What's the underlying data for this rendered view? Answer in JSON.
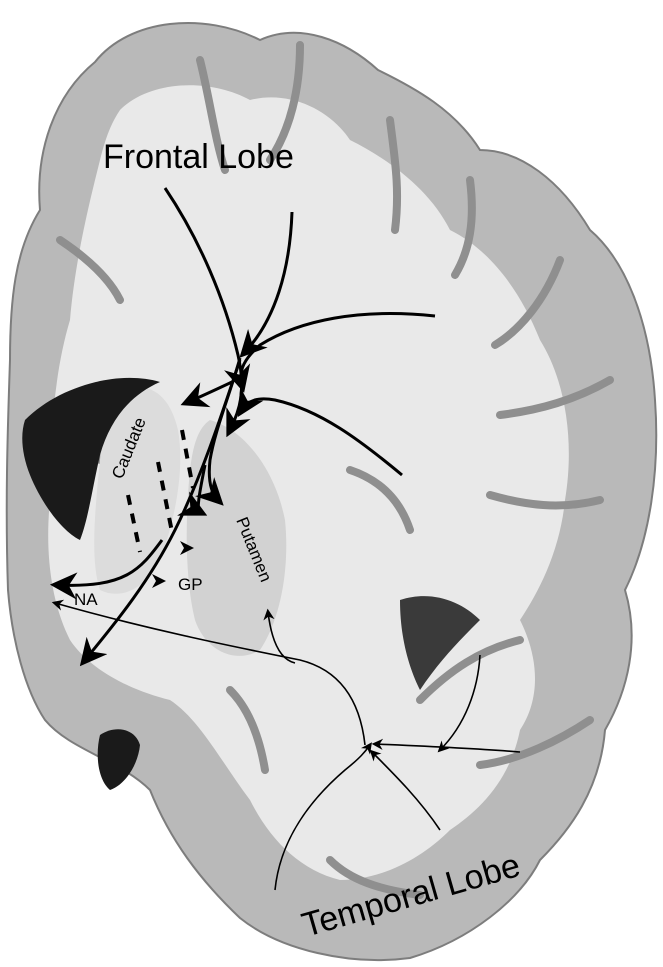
{
  "labels": {
    "frontal_lobe": "Frontal Lobe",
    "temporal_lobe": "Temporal Lobe",
    "caudate": "Caudate",
    "putamen": "Putamen",
    "gp": "GP",
    "na": "NA"
  },
  "colors": {
    "background": "#ffffff",
    "tissue_white_matter": "#e9e9e9",
    "tissue_gray_matter": "#b9b9b9",
    "tissue_outline": "#7d7d7d",
    "ventricle": "#1a1a1a",
    "pathway": "#000000"
  }
}
